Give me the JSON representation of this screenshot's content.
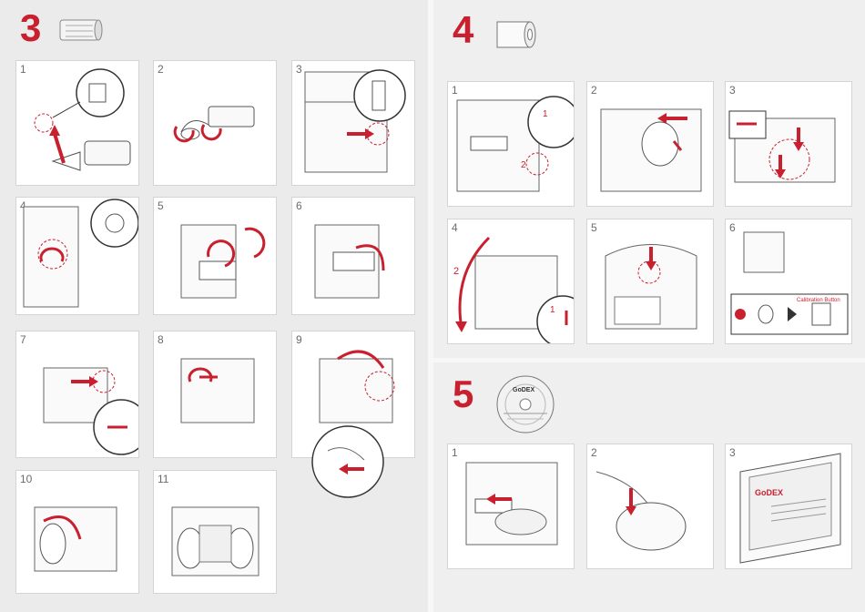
{
  "sections": {
    "s3": {
      "number": "3",
      "panels": [
        "1",
        "2",
        "3",
        "4",
        "5",
        "6",
        "7",
        "8",
        "9",
        "10",
        "11"
      ]
    },
    "s4": {
      "number": "4",
      "panels": [
        "1",
        "2",
        "3",
        "4",
        "5",
        "6"
      ],
      "calibration_label": "Calibration Button",
      "step_labels": [
        "1",
        "2",
        "1",
        "2",
        "1"
      ]
    },
    "s5": {
      "number": "5",
      "panels": [
        "1",
        "2",
        "3"
      ],
      "cd_brand": "GoDEX",
      "screen_brand": "GoDEX"
    }
  },
  "colors": {
    "accent": "#c8202f",
    "line": "#555555",
    "panel_bg": "#ffffff"
  },
  "icons": [
    "ribbon-roll-icon",
    "label-roll-icon",
    "cd-icon",
    "arrow-icon",
    "magnifier-circle-icon",
    "printer-icon",
    "mouse-icon",
    "monitor-icon"
  ]
}
